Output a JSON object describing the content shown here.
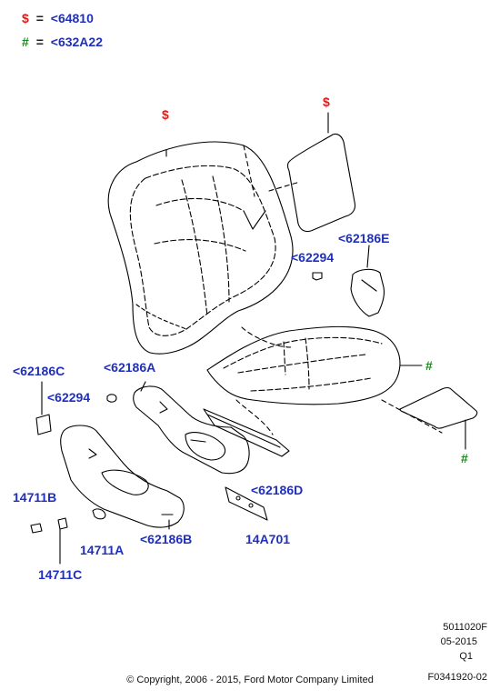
{
  "legend": [
    {
      "symbol": "$",
      "equals": "=",
      "code": "<64810"
    },
    {
      "symbol": "#",
      "equals": "=",
      "code": "<632A22"
    }
  ],
  "callouts": {
    "p62186E": "<62186E",
    "p62294_top": "<62294",
    "p62186C": "<62186C",
    "p62186A": "<62186A",
    "p62294_left": "<62294",
    "p62186D": "<62186D",
    "p14711B": "14711B",
    "p62186B": "<62186B",
    "p14A701": "14A701",
    "p14711A": "14711A",
    "p14711C": "14711C"
  },
  "markers": {
    "dollar_backrest": "$",
    "dollar_panel": "$",
    "hash_cushion": "#",
    "hash_pad": "#"
  },
  "footer": {
    "doc_code": "5011020F",
    "date": "05-2015",
    "quarter": "Q1",
    "figure_id": "F0341920-02",
    "copyright": "© Copyright, 2006 - 2015, Ford Motor Company Limited"
  },
  "colors": {
    "callout_text": "#1f2fbf",
    "dollar_marker": "#e01a1a",
    "hash_marker": "#1b8a1b",
    "line_art": "#000000"
  }
}
